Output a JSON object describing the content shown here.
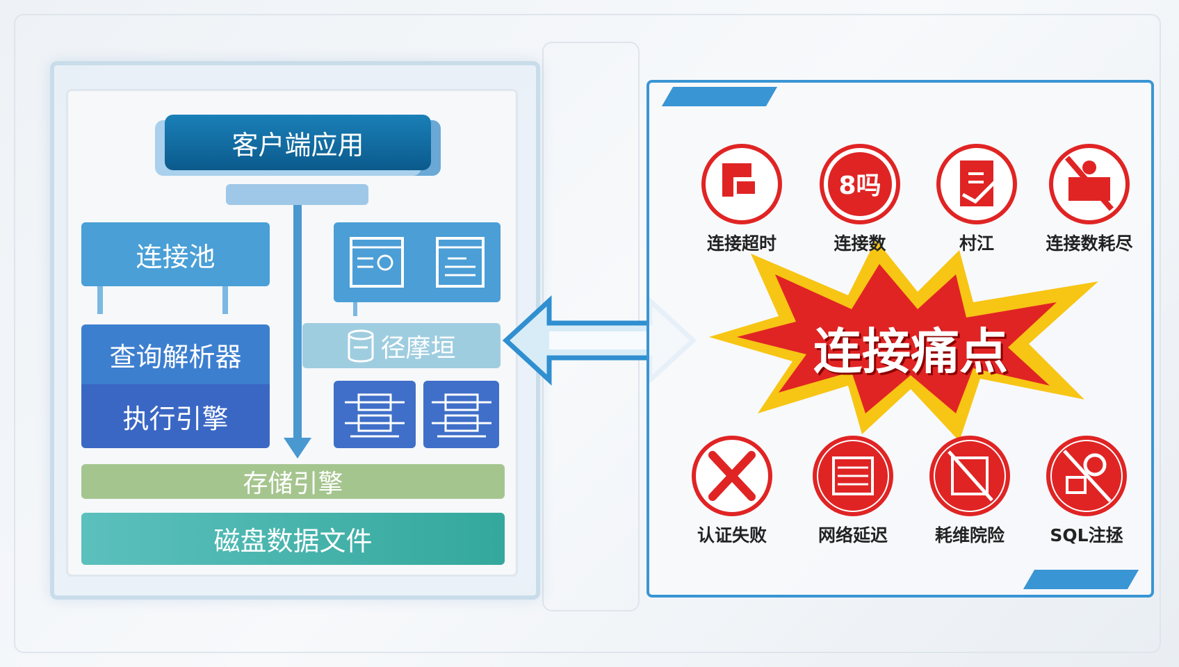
{
  "architecture": {
    "client": "客户端应用",
    "pool": "连接池",
    "parser": "查询解析器",
    "executor": "执行引擎",
    "cache_label": "径摩垣",
    "storage": "存储引擎",
    "disk": "磁盘数据文件"
  },
  "pain_points": {
    "title": "连接痛点",
    "top": [
      {
        "label": "连接超时",
        "icon": "alarm-clock-icon"
      },
      {
        "label": "连接数",
        "icon": "gauge-icon"
      },
      {
        "label": "村江",
        "icon": "clipboard-icon"
      },
      {
        "label": "连接数耗尽",
        "icon": "ban-icon"
      }
    ],
    "bottom": [
      {
        "label": "认证失败",
        "icon": "key-cross-icon"
      },
      {
        "label": "网络延迟",
        "icon": "server-icon"
      },
      {
        "label": "耗维院险",
        "icon": "server-ban-icon"
      },
      {
        "label": "SQL注拯",
        "icon": "gear-ban-icon"
      }
    ]
  },
  "colors": {
    "red": "#e02424",
    "blue": "#3a95d4",
    "yellow": "#f7c514"
  }
}
